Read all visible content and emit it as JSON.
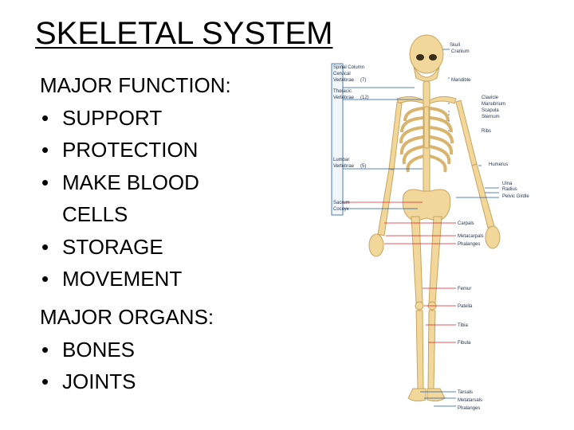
{
  "slide": {
    "title": "SKELETAL SYSTEM",
    "functions_heading": "MAJOR FUNCTION:",
    "functions": [
      "SUPPORT",
      "PROTECTION",
      "MAKE BLOOD CELLS",
      "STORAGE",
      "MOVEMENT"
    ],
    "organs_heading": "MAJOR ORGANS:",
    "organs": [
      "BONES",
      "JOINTS"
    ],
    "bullet_glyph": "•"
  },
  "diagram": {
    "bone_color": "#f1d79a",
    "leader_color_red": "#e0202a",
    "leader_color_blue": "#1f5ea8",
    "labels_left": {
      "spinal_column": "Spinal Column",
      "cervical": "Cervical",
      "vertebrae_1": "Vertebrae",
      "c_count": "(7)",
      "thoracic": "Thoracic",
      "vertebrae_2": "Vertebrae",
      "t_count": "(12)",
      "lumbar": "Lumbar",
      "vertebrae_3": "Vertebrae",
      "l_count": "(5)",
      "sacrum": "Sacrum",
      "coccyx": "Coccyx"
    },
    "labels_right": {
      "skull": "Skull",
      "cranium": "Cranium",
      "mandible": "Mandible",
      "clavicle": "Clavicle",
      "manubrium": "Manubrium",
      "scapula": "Scapula",
      "sternum": "Sternum",
      "ribs": "Ribs",
      "humerus": "Humerus",
      "ulna": "Ulna",
      "radius": "Radius",
      "pelvic_girdle": "Pelvic Girdle",
      "carpals": "Carpals",
      "metacarpals": "Metacarpals",
      "phalanges_hand": "Phalanges",
      "femur": "Femur",
      "patella": "Patella",
      "tibia": "Tibia",
      "fibula": "Fibula",
      "tarsals": "Tarsals",
      "metatarsals": "Metatarsals",
      "phalanges_foot": "Phalanges"
    }
  }
}
